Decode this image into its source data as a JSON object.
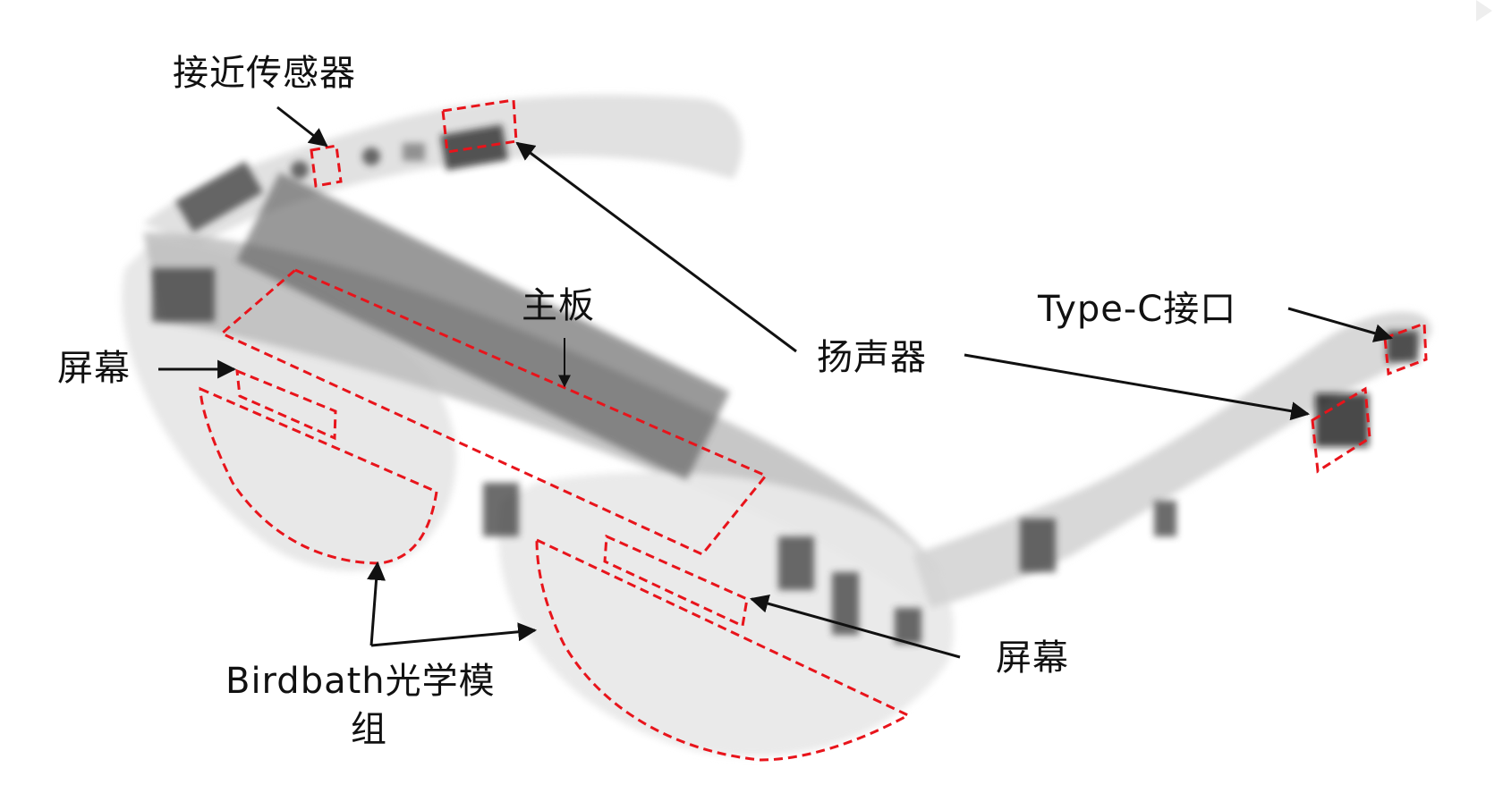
{
  "diagram": {
    "subject": "X-ray view of smart glasses with labeled internal components",
    "colors": {
      "annotation_box": "#e8141b",
      "arrow": "#111111",
      "text": "#111111",
      "background": "#ffffff"
    },
    "labels": {
      "proximity_sensor": "接近传感器",
      "mainboard": "主板",
      "screen_left": "屏幕",
      "speaker": "扬声器",
      "type_c": "Type-C接口",
      "screen_right": "屏幕",
      "birdbath_line1": "Birdbath光学模",
      "birdbath_line2": "组"
    },
    "watermark": {
      "text": "",
      "icon": "play-icon"
    }
  }
}
